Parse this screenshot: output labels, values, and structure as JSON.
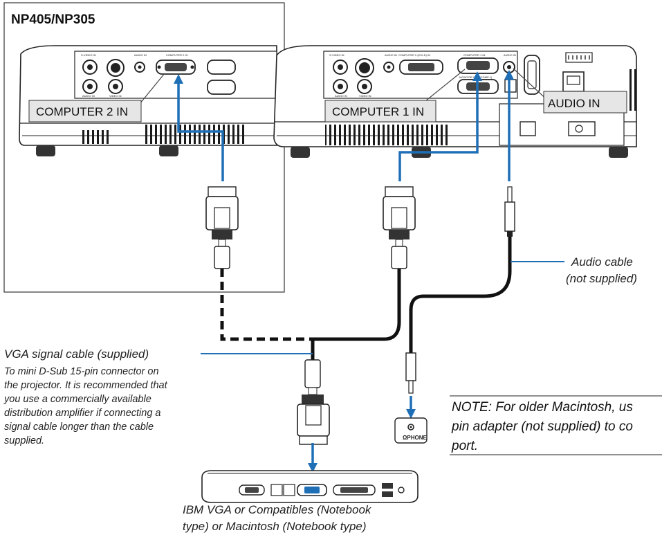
{
  "model_title": "NP405/NP305",
  "port_labels": {
    "computer2_in": "COMPUTER 2 IN",
    "computer1_in": "COMPUTER 1 IN",
    "audio_in": "AUDIO IN"
  },
  "panel_text": {
    "svideo_in": "S-VIDEO IN",
    "audio_in": "AUDIO IN",
    "computer2_in": "COMPUTER 2 IN",
    "computer2_dvi": "COMPUTER 2 (DVI-D) IN",
    "computer1_in": "COMPUTER 1 IN",
    "monitor_out": "MONITOR OUT (COMP 1)",
    "video_in": "VIDEO IN",
    "audio_in_small": "AUDIO IN"
  },
  "audio_cable": {
    "line1": "Audio cable",
    "line2": "(not supplied)"
  },
  "vga_cable": {
    "title": "VGA signal cable (supplied)",
    "desc": [
      "To mini D-Sub 15-pin connector on",
      "the projector. It is recommended that",
      "you use a commercially available",
      "distribution amplifier if connecting a",
      "signal cable longer than the cable",
      "supplied."
    ]
  },
  "note": {
    "lines": [
      "NOTE: For older Macintosh, us",
      "pin adapter (not supplied) to co",
      "port."
    ]
  },
  "phone_label": "PHONE",
  "computer_caption": {
    "line1": "IBM VGA or Compatibles (Notebook",
    "line2": "type) or Macintosh (Notebook type)"
  },
  "colors": {
    "arrow_blue": "#1f6fb7",
    "cable": "#111111",
    "label_box": "#e6e6e6"
  }
}
